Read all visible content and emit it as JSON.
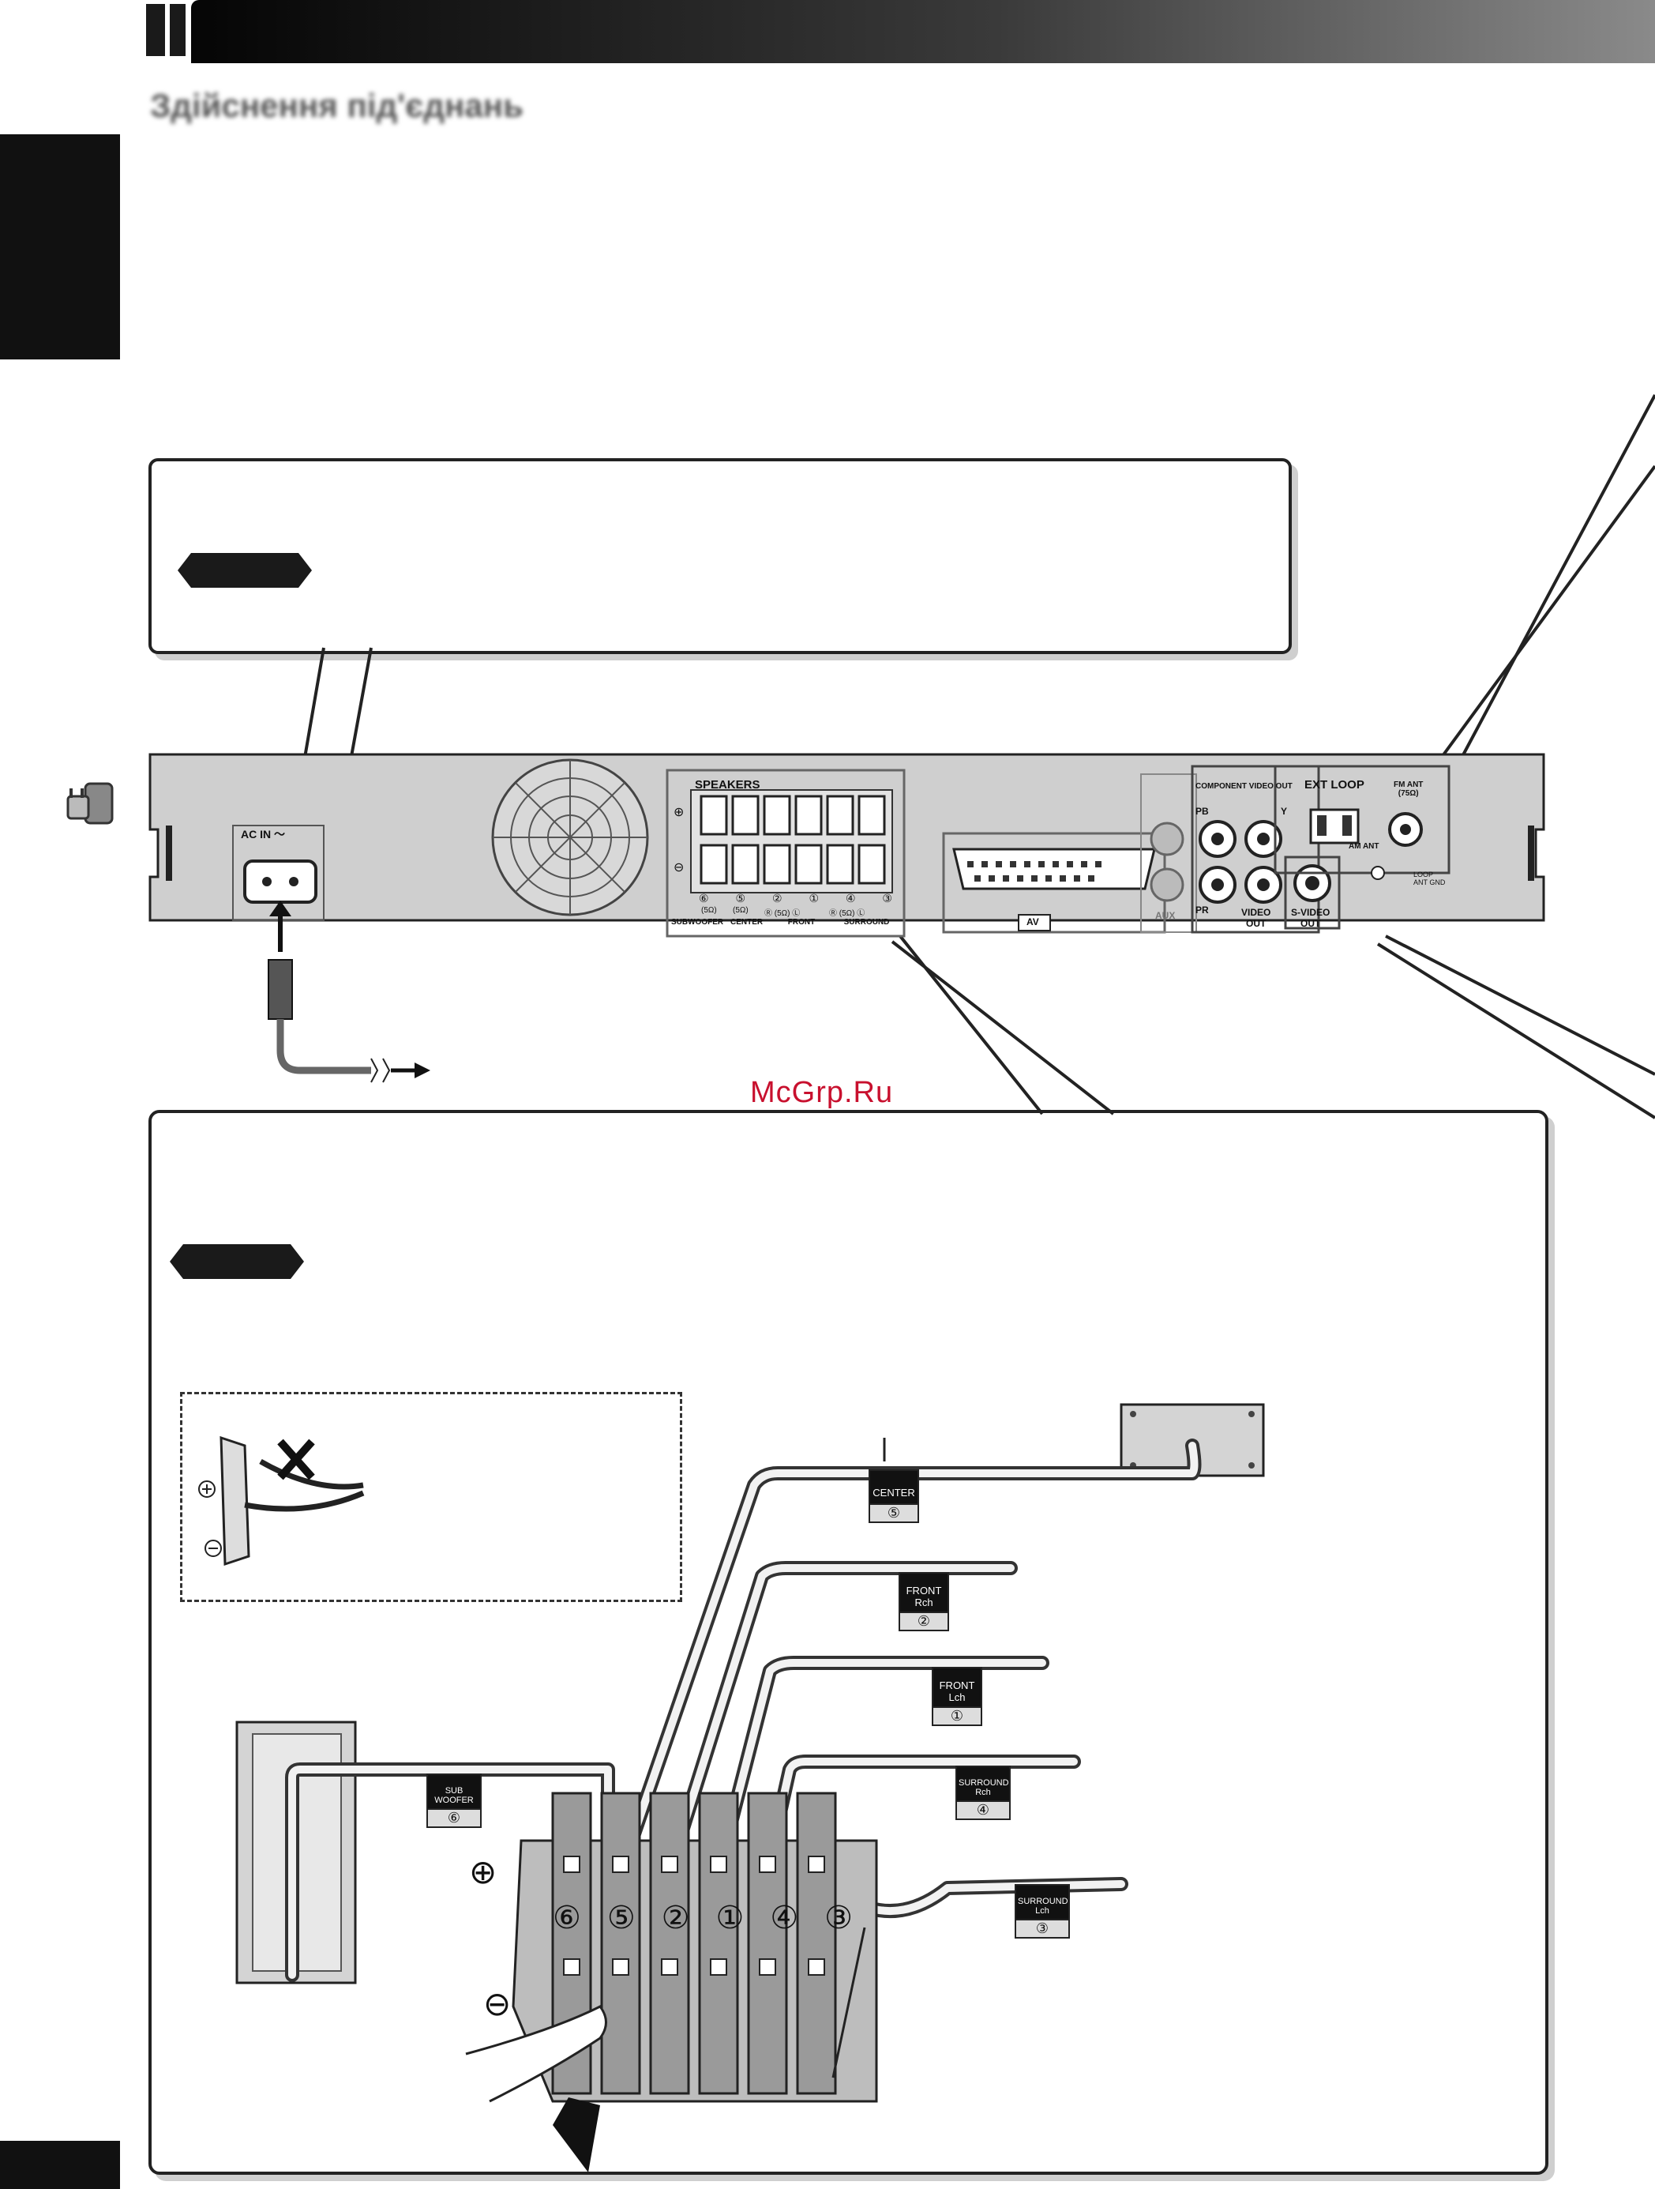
{
  "header": {
    "subtitle": "Здійснення під'єднань"
  },
  "watermark": "McGrp.Ru",
  "panel": {
    "ac_in": "AC IN ～",
    "speakers_title": "SPEAKERS",
    "plus": "⊕",
    "minus": "⊖",
    "terminal_numbers": [
      "⑥",
      "⑤",
      "②",
      "①",
      "④",
      "③"
    ],
    "terminal_ohms": [
      "(5Ω)",
      "(5Ω)",
      "Ⓡ (5Ω) Ⓛ",
      "",
      "Ⓡ (5Ω) Ⓛ",
      ""
    ],
    "group_labels": [
      "SUBWOOFER",
      "CENTER",
      "FRONT",
      "SURROUND"
    ],
    "av_label": "AV",
    "aux_label": "AUX",
    "component_title": "COMPONENT VIDEO OUT",
    "pb": "PB",
    "y": "Y",
    "pr": "PR",
    "video_out": "VIDEO\nOUT",
    "svideo_out": "S-VIDEO\nOUT",
    "ext_loop": "EXT LOOP",
    "fm_ant": "FM ANT\n(75Ω)",
    "am_ant": "AM ANT",
    "loop_gnd": "LOOP\nANT GND"
  },
  "diagram": {
    "cable_tags": [
      {
        "text": "CENTER",
        "num": "⑤"
      },
      {
        "text": "FRONT\nRch",
        "num": "②"
      },
      {
        "text": "FRONT\nLch",
        "num": "①"
      },
      {
        "text": "SURROUND\nRch",
        "num": "④"
      },
      {
        "text": "SURROUND\nLch",
        "num": "③"
      },
      {
        "text": "SUB\nWOOFER",
        "num": "⑥"
      }
    ],
    "terminal_numbers": [
      "⑥",
      "⑤",
      "②",
      "①",
      "④",
      "③"
    ],
    "plus": "⊕",
    "minus": "⊖"
  }
}
